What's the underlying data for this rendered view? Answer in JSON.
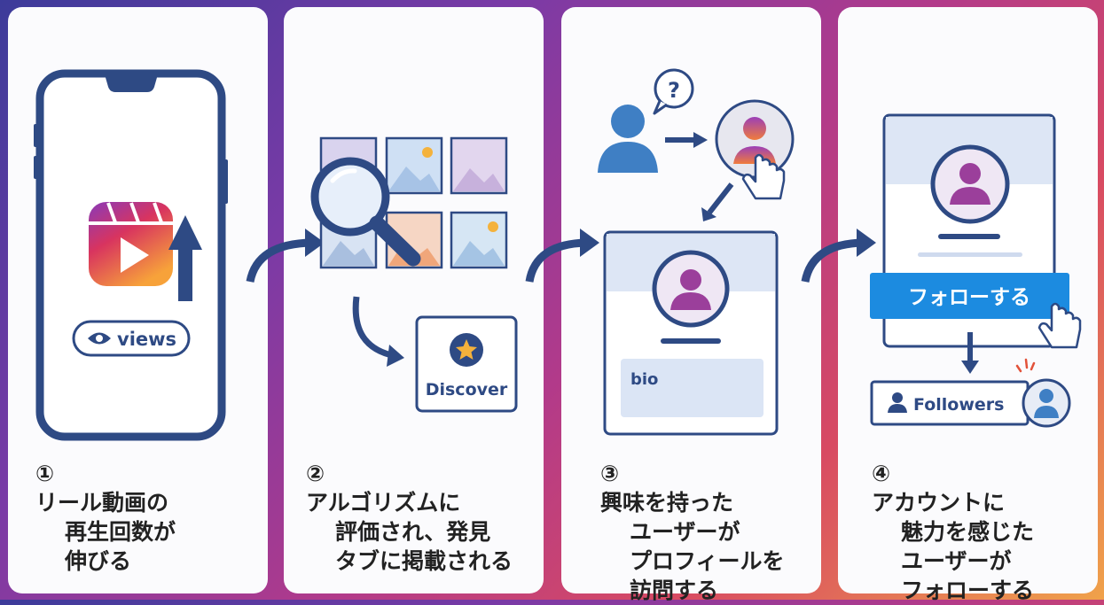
{
  "steps": [
    {
      "number": "①",
      "lines": [
        "リール動画の",
        "再生回数が",
        "伸びる"
      ],
      "pill_label": "views"
    },
    {
      "number": "②",
      "lines": [
        "アルゴリズムに",
        "評価され、発見",
        "タブに掲載される"
      ],
      "card_label": "Discover"
    },
    {
      "number": "③",
      "lines": [
        "興味を持った",
        "ユーザーが",
        "プロフィールを",
        "訪問する"
      ],
      "bio_label": "bio"
    },
    {
      "number": "④",
      "lines": [
        "アカウントに",
        "魅力を感じた",
        "ユーザーが",
        "フォローする"
      ],
      "follow_button": "フォローする",
      "followers_label": "Followers"
    }
  ],
  "colors": {
    "navy": "#2e4a84",
    "accent_blue": "#1c8be0",
    "panel_bg": "#fbfbfd"
  }
}
